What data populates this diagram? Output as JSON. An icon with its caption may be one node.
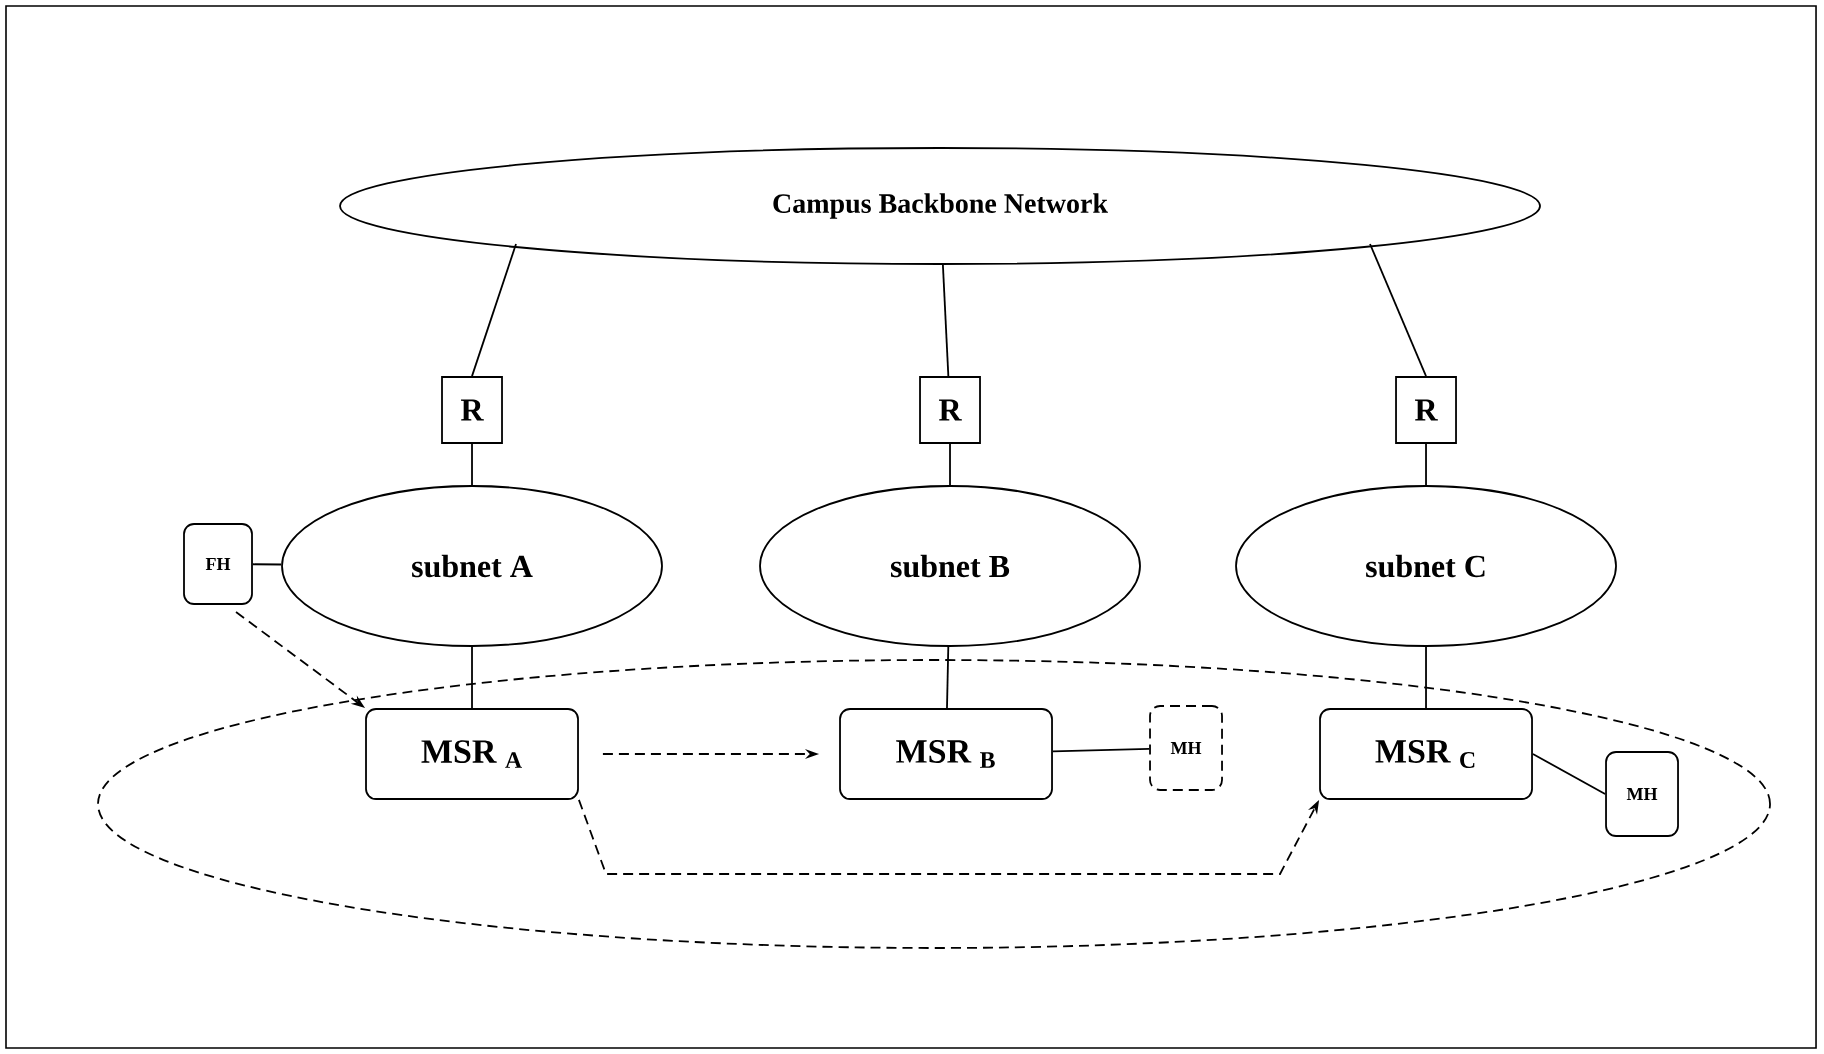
{
  "diagram": {
    "nodes": [
      {
        "text": [
          "Campus Backbone Network"
        ]
      },
      {
        "text": [
          "R"
        ]
      },
      {
        "text": [
          "R"
        ]
      },
      {
        "text": [
          "R"
        ]
      },
      {
        "text": [
          "FH"
        ]
      },
      {
        "text": [
          "subnet A"
        ]
      },
      {
        "text": [
          "subnet B"
        ]
      },
      {
        "text": [
          "subnet C"
        ]
      },
      {
        "text": [],
        "shape": "ellipse"
      },
      {
        "text": [
          "MSR $_{A}$"
        ],
        "in": 8
      },
      {
        "text": [
          "MSR $_{B}$"
        ],
        "in": 8
      },
      {
        "text": [
          "MH"
        ],
        "in": 8
      },
      {
        "text": [
          "MSR $_{C}$"
        ],
        "in": 8
      },
      {
        "text": [
          "MH"
        ],
        "in": 8
      }
    ],
    "edges": [
      {
        "from": 0,
        "to": 1,
        "arrow": "none"
      },
      {
        "from": 0,
        "to": 2,
        "arrow": "none"
      },
      {
        "from": 0,
        "to": 3,
        "arrow": "none"
      },
      {
        "from": 1,
        "to": 5,
        "arrow": "none"
      },
      {
        "from": 2,
        "to": 6,
        "arrow": "none"
      },
      {
        "from": 3,
        "to": 7,
        "arrow": "none"
      },
      {
        "from": 4,
        "to": 5,
        "arrow": "none"
      },
      {
        "from": 5,
        "to": 9,
        "arrow": "none"
      },
      {
        "from": 6,
        "to": 10,
        "arrow": "none"
      },
      {
        "from": 7,
        "to": 12,
        "arrow": "none"
      },
      {
        "from": 10,
        "to": 11,
        "arrow": "none"
      },
      {
        "from": 12,
        "to": 13,
        "arrow": "none"
      },
      {
        "from": 4,
        "to": 9,
        "arrow": "to",
        "style": "dashed"
      },
      {
        "from": 9,
        "to": 10,
        "arrow": "to",
        "style": "dashed"
      },
      {
        "from": 9,
        "to": 12,
        "arrow": "to",
        "style": "dashed"
      }
    ]
  }
}
